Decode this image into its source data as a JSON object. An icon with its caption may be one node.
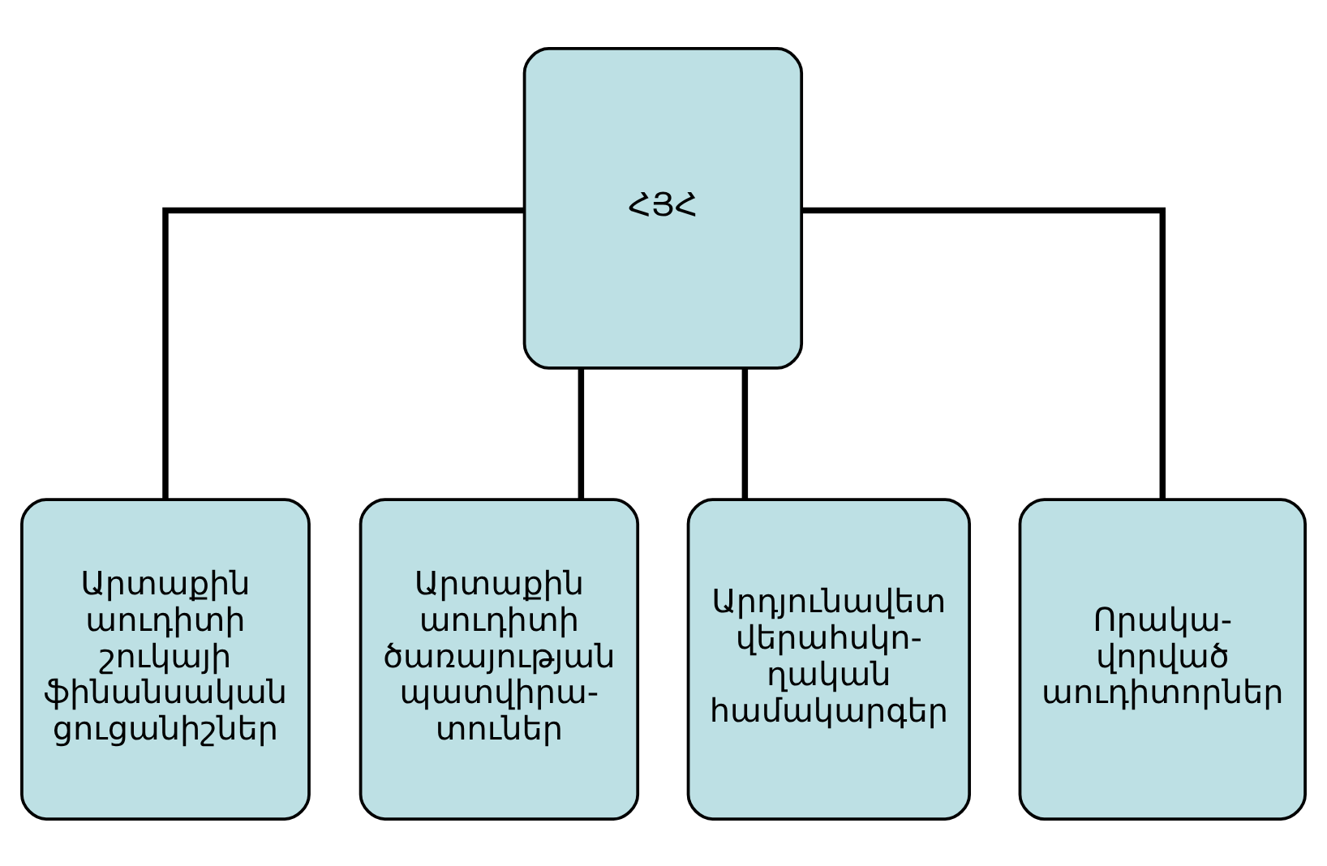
{
  "diagram": {
    "nodes": [
      {
        "text": [
          "ՀՅՀ"
        ]
      },
      {
        "text": [
          "Արտաքին աուդիտի շուկայի ֆինանսական ցուցանիշներ"
        ]
      },
      {
        "text": [
          "Արտաքին աուդիտի ծառայության պատվիրա- տուներ"
        ]
      },
      {
        "text": [
          "Արդյունավետ վերահսկո- ղական համակարգեր"
        ]
      },
      {
        "text": [
          "Որակա- վորված աուդիտորներ"
        ]
      }
    ],
    "edges": [
      {
        "from": 0,
        "to": 1,
        "arrow": "none"
      },
      {
        "from": 0,
        "to": 2,
        "arrow": "none"
      },
      {
        "from": 0,
        "to": 3,
        "arrow": "none"
      },
      {
        "from": 0,
        "to": 4,
        "arrow": "none"
      }
    ]
  }
}
